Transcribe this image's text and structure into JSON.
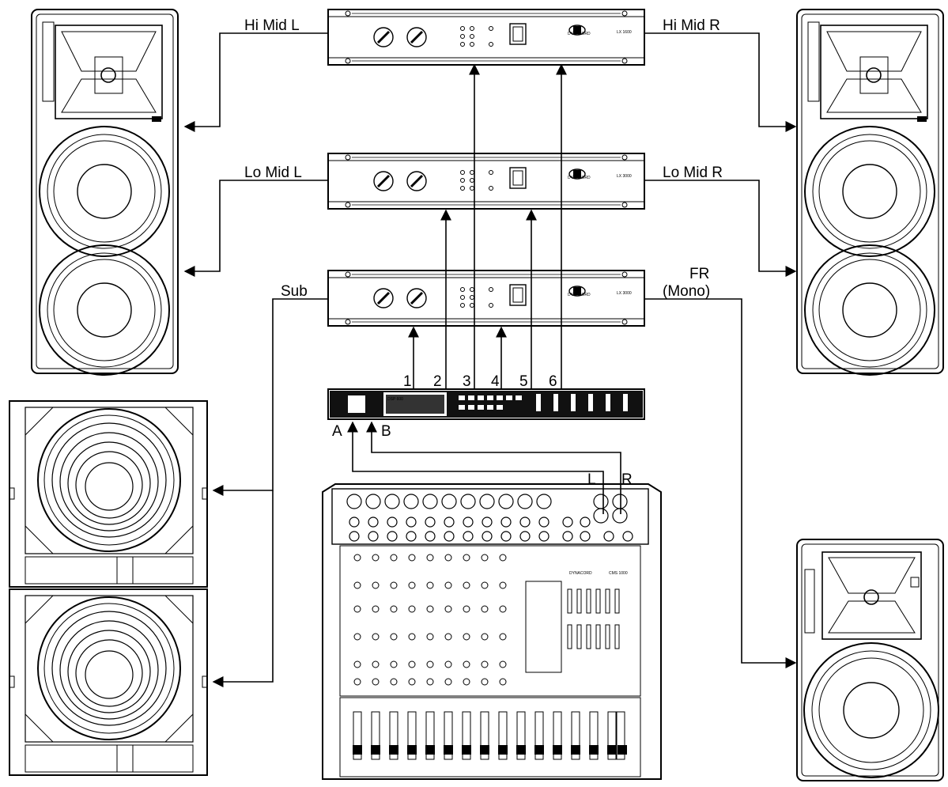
{
  "labels": {
    "hi_mid_l": "Hi Mid L",
    "hi_mid_r": "Hi Mid R",
    "lo_mid_l": "Lo Mid L",
    "lo_mid_r": "Lo Mid R",
    "sub": "Sub",
    "fr_line1": "FR",
    "fr_line2": "(Mono)",
    "in_a": "A",
    "in_b": "B",
    "mixer_l": "L",
    "mixer_r": "R"
  },
  "outputs": [
    "1",
    "2",
    "3",
    "4",
    "5",
    "6"
  ],
  "amplifiers": [
    {
      "brand": "DYNACORD",
      "model": "LX 1600"
    },
    {
      "brand": "DYNACORD",
      "model": "LX 3000"
    },
    {
      "brand": "DYNACORD",
      "model": "LX 3000"
    }
  ],
  "processor": {
    "model": "DSP 600"
  },
  "mixer": {
    "brand": "DYNACORD",
    "model": "CMS 1000"
  },
  "colors": {
    "line": "#000000",
    "background": "#ffffff"
  }
}
